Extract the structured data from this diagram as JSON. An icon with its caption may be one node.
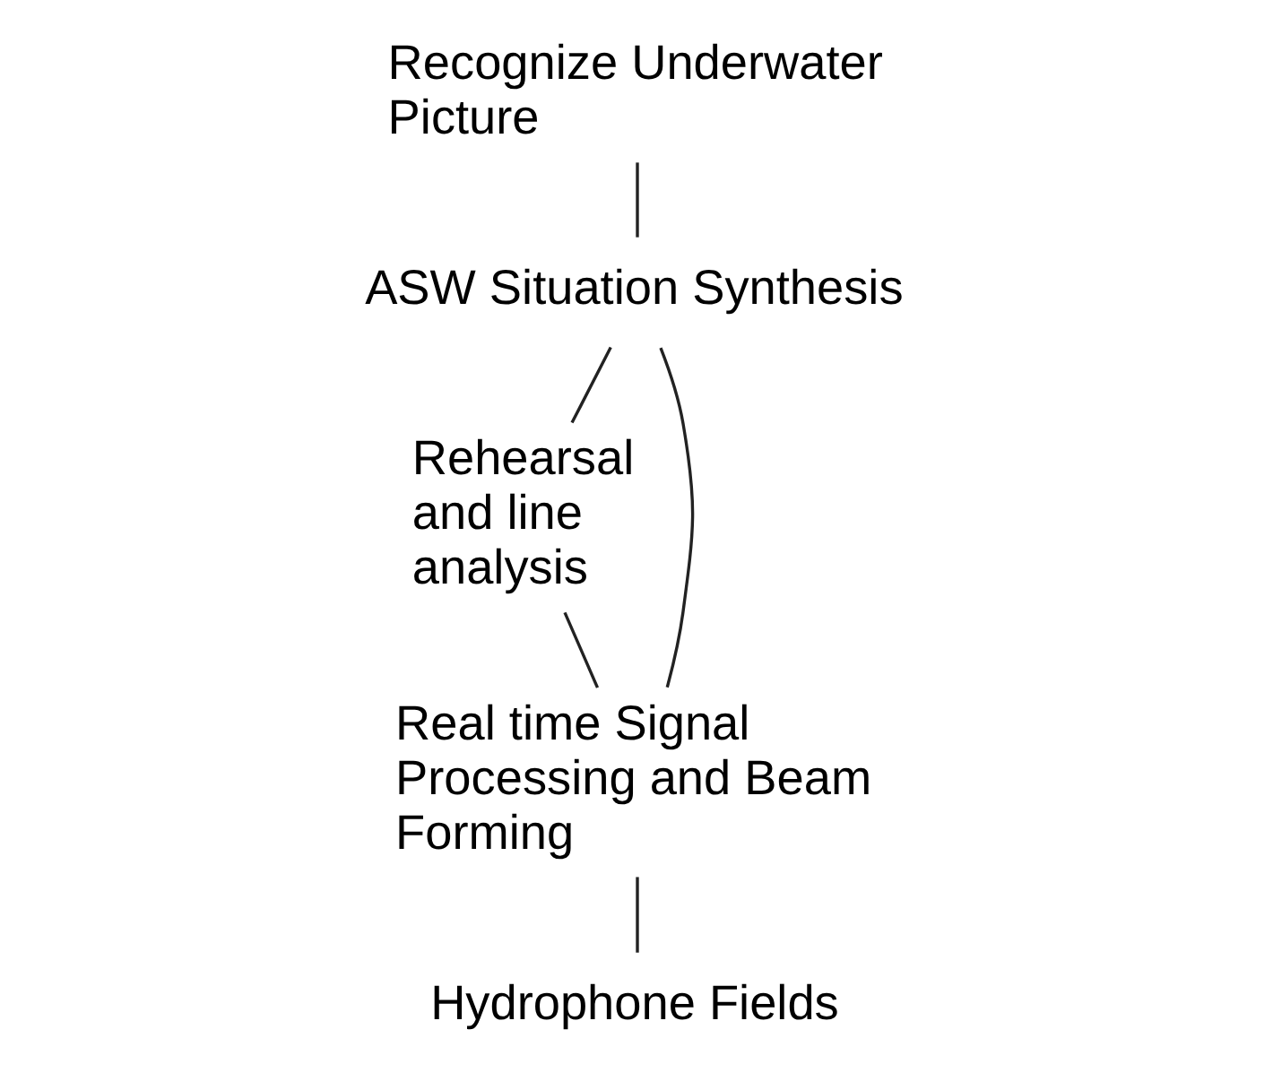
{
  "diagram": {
    "nodes": [
      {
        "text": [
          "Recognize Underwater Picture"
        ]
      },
      {
        "text": [
          "ASW Situation Synthesis"
        ]
      },
      {
        "text": [
          "Rehearsal and line analysis"
        ]
      },
      {
        "text": [
          "Real time Signal Processing and Beam Forming"
        ]
      },
      {
        "text": [
          "Hydrophone Fields"
        ]
      }
    ],
    "edges": [
      {
        "from": 0,
        "to": 1,
        "arrow": "none"
      },
      {
        "from": 1,
        "to": 2,
        "arrow": "none"
      },
      {
        "from": 1,
        "to": 3,
        "arrow": "none"
      },
      {
        "from": 2,
        "to": 3,
        "arrow": "none"
      },
      {
        "from": 3,
        "to": 4,
        "arrow": "none"
      }
    ]
  }
}
